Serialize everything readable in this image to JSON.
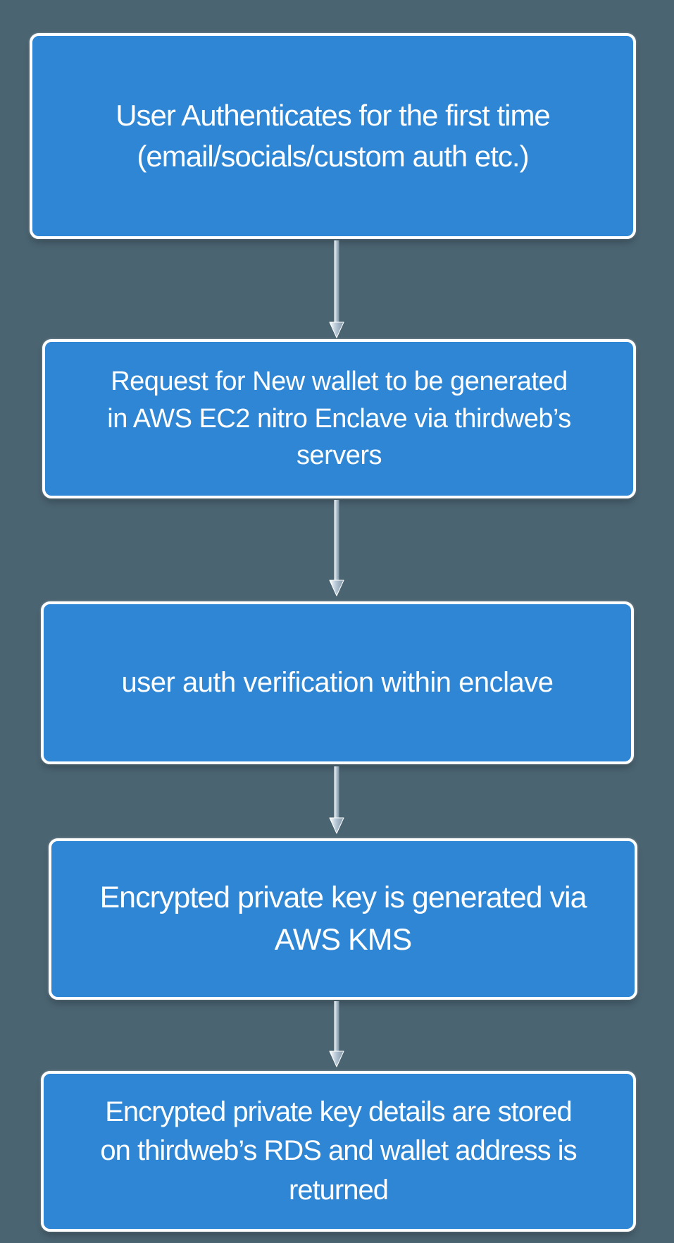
{
  "diagram": {
    "type": "flowchart",
    "direction": "top-down",
    "steps": [
      {
        "text": "User Authenticates for the first time\n(email/socials/custom auth etc.)"
      },
      {
        "text": "Request for New wallet to be generated\nin AWS EC2 nitro Enclave via thirdweb’s\nservers"
      },
      {
        "text": "user auth verification within enclave"
      },
      {
        "text": "Encrypted private key is generated via\nAWS KMS"
      },
      {
        "text": "Encrypted private key details are stored\non thirdweb’s RDS and wallet address is\nreturned"
      }
    ],
    "connectors": [
      {
        "from": 1,
        "to": 2,
        "shape": "down-arrow"
      },
      {
        "from": 2,
        "to": 3,
        "shape": "down-arrow"
      },
      {
        "from": 3,
        "to": 4,
        "shape": "down-arrow"
      },
      {
        "from": 4,
        "to": 5,
        "shape": "down-arrow"
      }
    ]
  },
  "colors": {
    "background": "#4B6471",
    "node_fill": "#2E86D4",
    "node_border": "#FFFFFF",
    "node_text": "#FFFFFF",
    "arrow_light": "#FFFFFF",
    "arrow_mid": "#B6C7D5",
    "arrow_dark": "#7E93A4"
  }
}
